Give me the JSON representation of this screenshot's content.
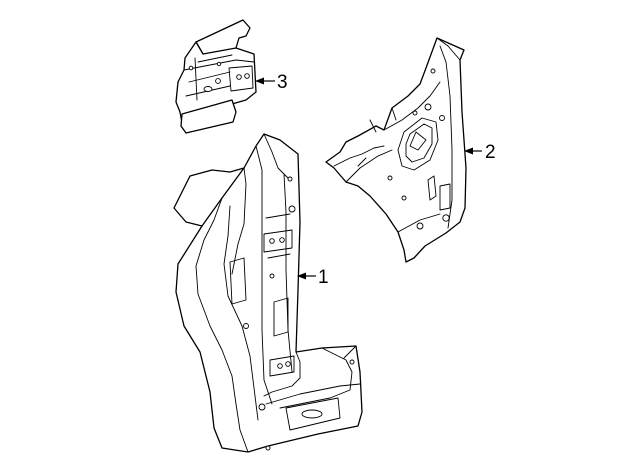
{
  "callouts": [
    {
      "id": "part-1",
      "label": "1"
    },
    {
      "id": "part-2",
      "label": "2"
    },
    {
      "id": "part-3",
      "label": "3"
    }
  ]
}
